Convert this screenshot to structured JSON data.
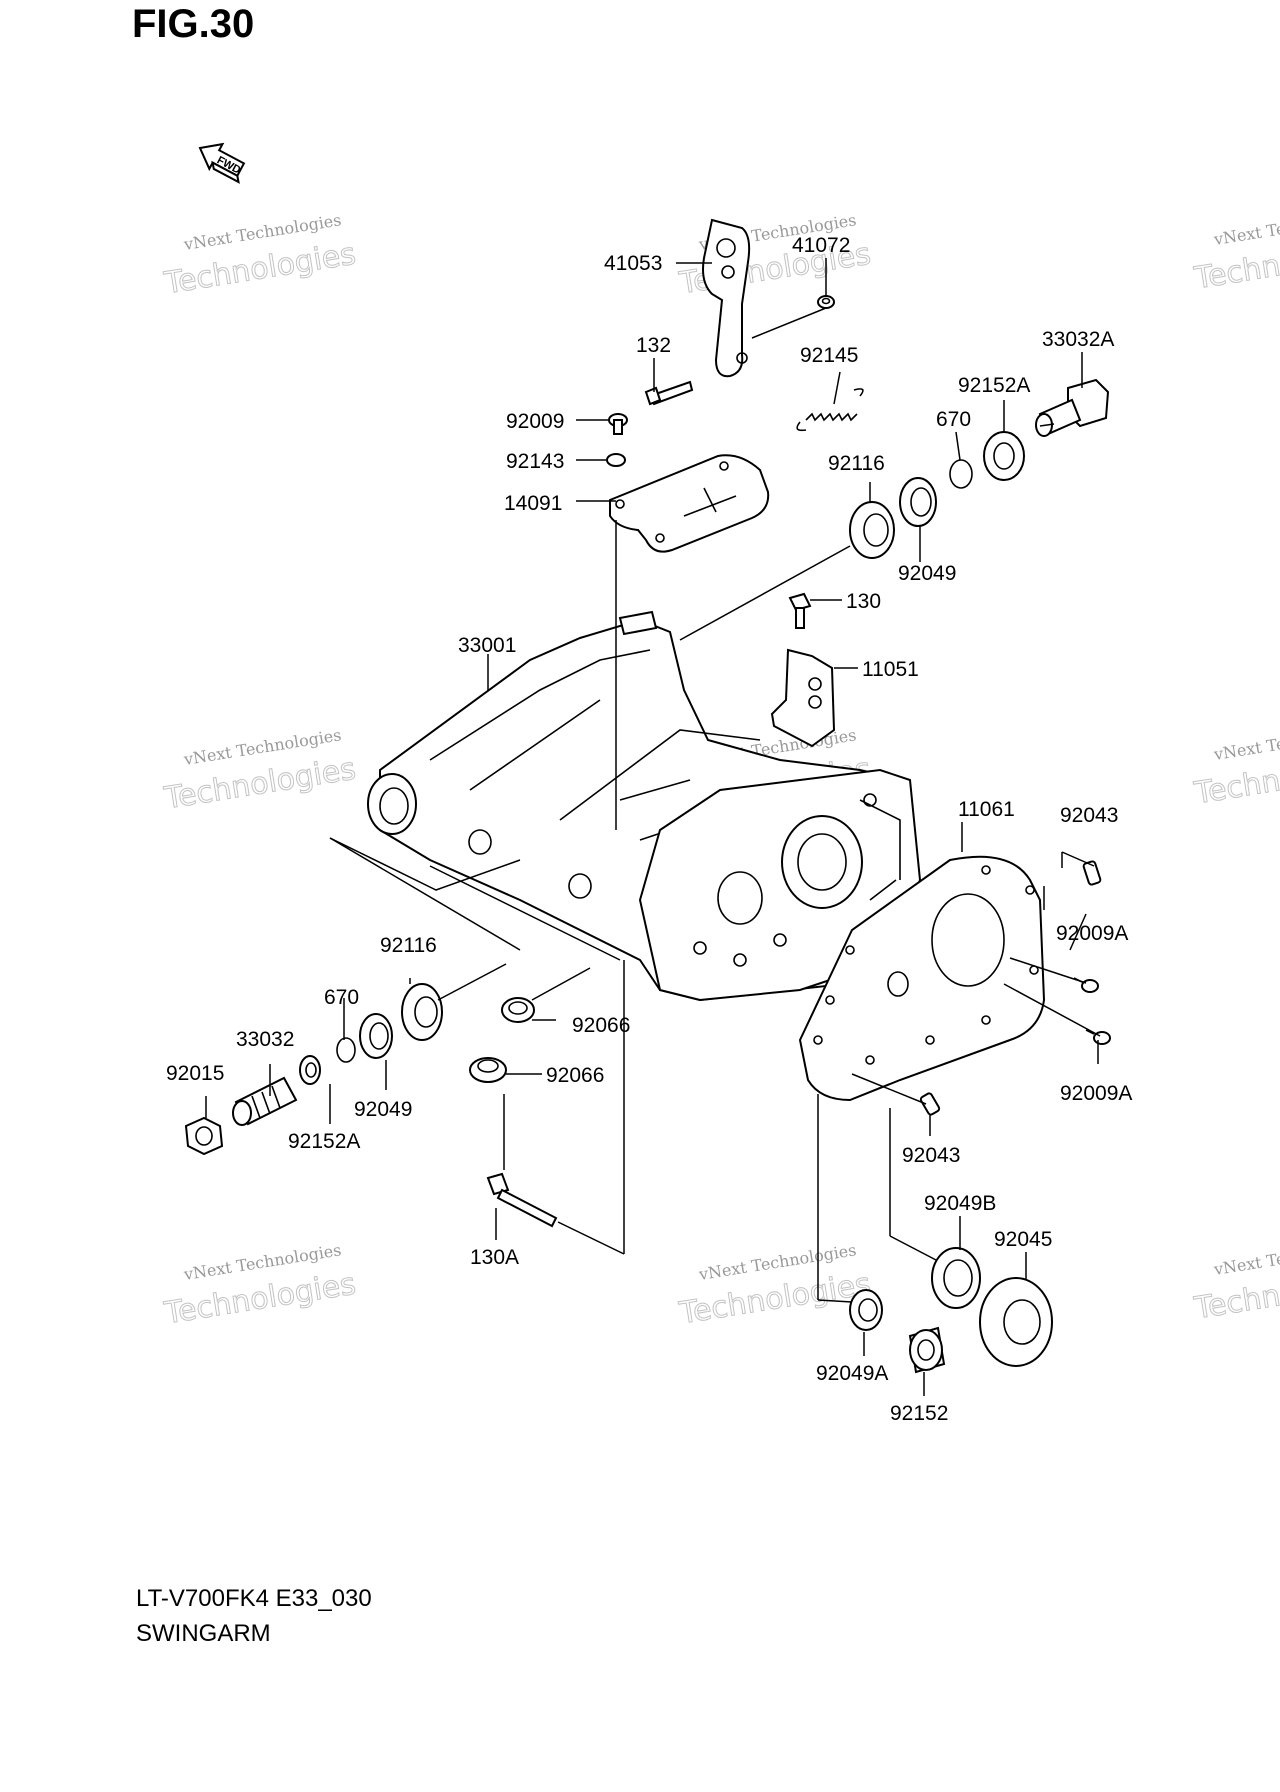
{
  "figure_title": "FIG.30",
  "model_code": "LT-V700FK4 E33_030",
  "section_name": "SWINGARM",
  "direction_marker": "FWD",
  "watermarks": [
    {
      "line1": "vNext Technologies",
      "line2": "Technologies"
    },
    {
      "line1": "vNext Technologies",
      "line2": "Technologies"
    },
    {
      "line1": "vNext Technologies",
      "line2": "Technologies"
    },
    {
      "line1": "vNext Technologies",
      "line2": "Technologies"
    },
    {
      "line1": "vNext Technologies",
      "line2": "Technologies"
    },
    {
      "line1": "vNext Technologies",
      "line2": "Technologies"
    },
    {
      "line1": "vNext Technologies",
      "line2": "Technologies"
    },
    {
      "line1": "vNext Technologies",
      "line2": "Technologies"
    },
    {
      "line1": "vNext Technologies",
      "line2": "Technologies"
    }
  ],
  "callouts": [
    "41053",
    "41072",
    "132",
    "92145",
    "33032A",
    "92152A",
    "670",
    "92009",
    "92143",
    "14091",
    "92116",
    "92049",
    "130",
    "33001",
    "11051",
    "11061",
    "92043",
    "92009A",
    "92116",
    "670",
    "33032",
    "92015",
    "92049",
    "92152A",
    "92066",
    "92066",
    "92009A",
    "92043",
    "130A",
    "92049B",
    "92045",
    "92049A",
    "92152"
  ]
}
